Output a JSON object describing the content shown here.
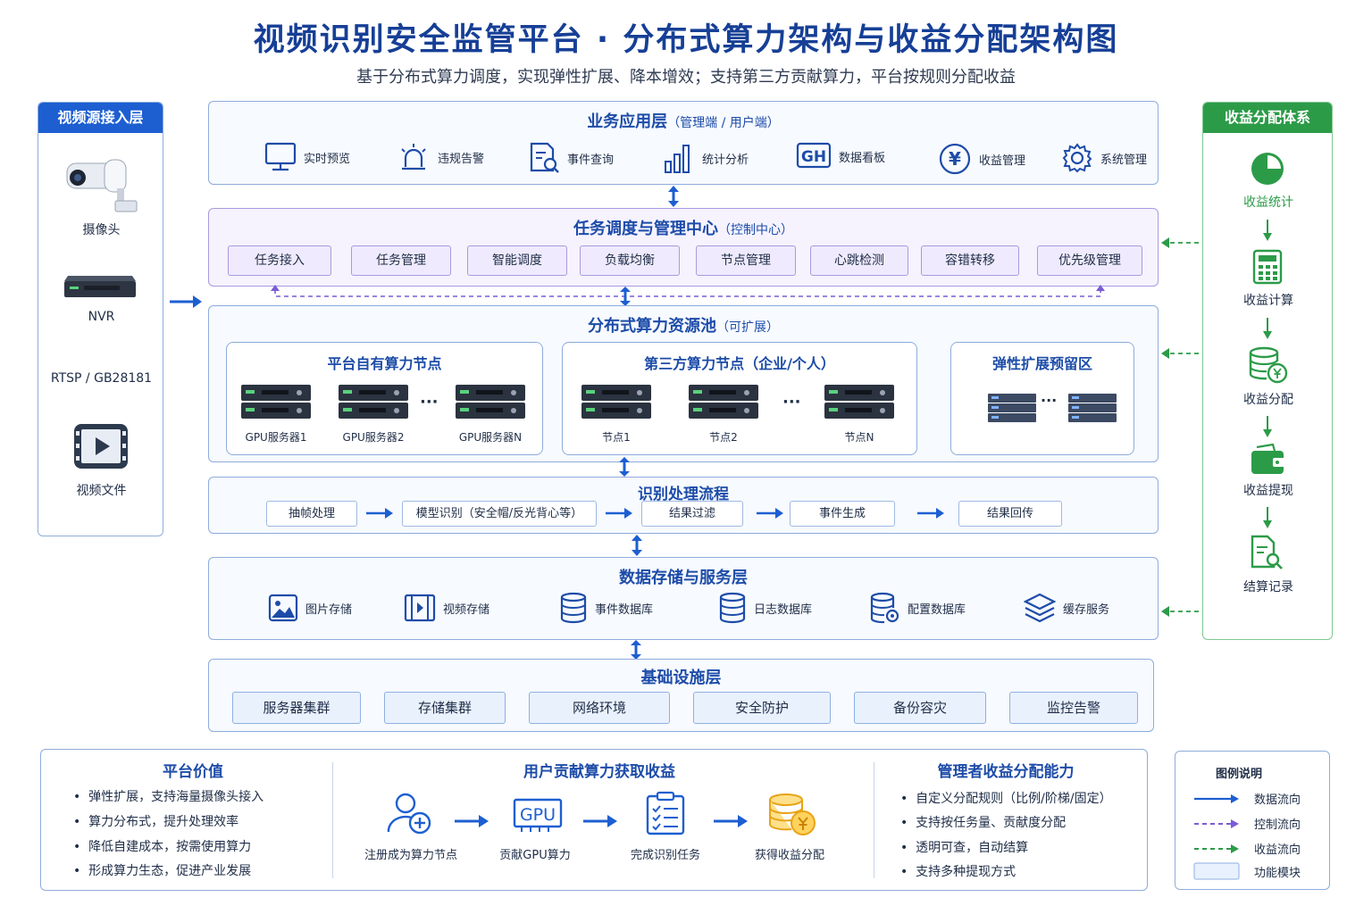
{
  "title": "视频识别安全监管平台 · 分布式算力架构与收益分配架构图",
  "subtitle": "基于分布式算力调度，实现弹性扩展、降本增效；支持第三方贡献算力，平台按规则分配收益",
  "video_sources": {
    "title": "视频源接入层",
    "items": [
      "摄像头",
      "NVR",
      "RTSP / GB28181",
      "视频文件"
    ]
  },
  "business_layer": {
    "title": "业务应用层",
    "subtitle": "（管理端 / 用户端）",
    "items": [
      "实时预览",
      "违规告警",
      "事件查询",
      "统计分析",
      "数据看板",
      "收益管理",
      "系统管理"
    ],
    "dashboard_glyph": "GH",
    "yen_glyph": "¥"
  },
  "scheduling": {
    "title": "任务调度与管理中心",
    "subtitle": "（控制中心）",
    "items": [
      "任务接入",
      "任务管理",
      "智能调度",
      "负载均衡",
      "节点管理",
      "心跳检测",
      "容错转移",
      "优先级管理"
    ]
  },
  "compute_pool": {
    "title": "分布式算力资源池",
    "subtitle": "（可扩展）",
    "own": {
      "title": "平台自有算力节点",
      "servers": [
        "GPU服务器1",
        "GPU服务器2",
        "GPU服务器N"
      ]
    },
    "third": {
      "title": "第三方算力节点（企业/个人）",
      "nodes": [
        "节点1",
        "节点2",
        "节点N"
      ]
    },
    "reserve": {
      "title": "弹性扩展预留区"
    },
    "ellipsis": "···"
  },
  "pipeline": {
    "title": "识别处理流程",
    "steps": [
      "抽帧处理",
      "模型识别（安全帽/反光背心等）",
      "结果过滤",
      "事件生成",
      "结果回传"
    ]
  },
  "storage": {
    "title": "数据存储与服务层",
    "items": [
      "图片存储",
      "视频存储",
      "事件数据库",
      "日志数据库",
      "配置数据库",
      "缓存服务"
    ]
  },
  "infra": {
    "title": "基础设施层",
    "items": [
      "服务器集群",
      "存储集群",
      "网络环境",
      "安全防护",
      "备份容灾",
      "监控告警"
    ]
  },
  "revenue": {
    "title": "收益分配体系",
    "items": [
      "收益统计",
      "收益计算",
      "收益分配",
      "收益提现",
      "结算记录"
    ]
  },
  "value": {
    "title": "平台价值",
    "bullets": [
      "弹性扩展，支持海量摄像头接入",
      "算力分布式，提升处理效率",
      "降低自建成本，按需使用算力",
      "形成算力生态，促进产业发展"
    ]
  },
  "earn": {
    "title": "用户贡献算力获取收益",
    "steps": [
      "注册成为算力节点",
      "贡献GPU算力",
      "完成识别任务",
      "获得收益分配"
    ],
    "gpu_glyph": "GPU"
  },
  "mgmt": {
    "title": "管理者收益分配能力",
    "bullets": [
      "自定义分配规则（比例/阶梯/固定）",
      "支持按任务量、贡献度分配",
      "透明可查，自动结算",
      "支持多种提现方式"
    ]
  },
  "legend": {
    "title": "图例说明",
    "items": [
      "数据流向",
      "控制流向",
      "收益流向",
      "功能模块"
    ]
  },
  "colors": {
    "primary": "#1d5fd1",
    "title": "#163f96",
    "green": "#2c9b48",
    "control": "#7b5bd6",
    "panel_border": "#8eacdc",
    "panel_bg": "#f7faff",
    "chip_bg": "#e9f1fd"
  }
}
